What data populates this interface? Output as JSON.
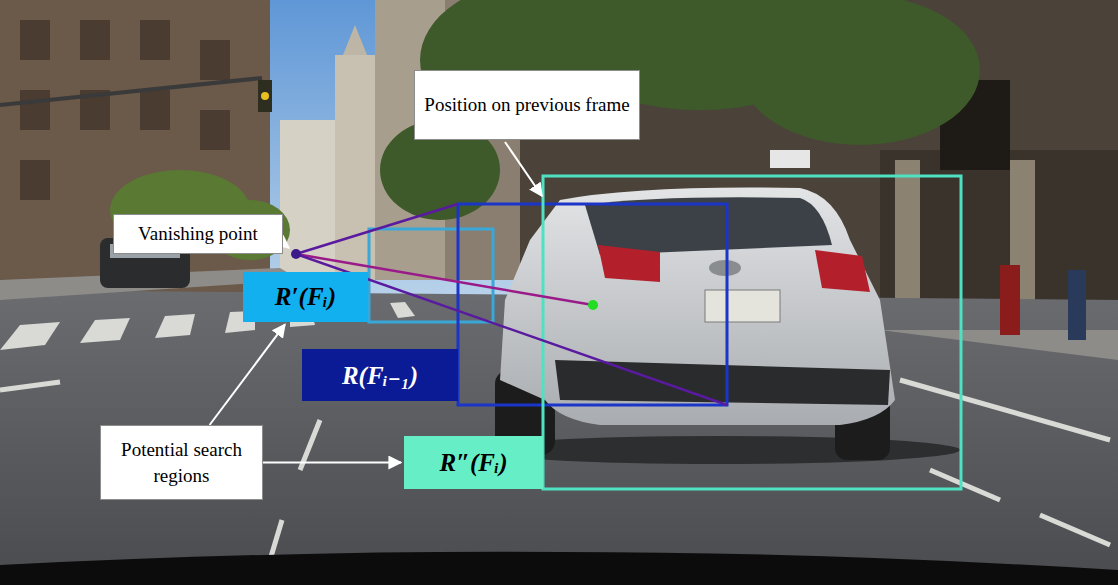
{
  "diagram": {
    "nodes": [
      {
        "text": [
          "Vanishing point"
        ]
      },
      {
        "text": [
          "Position on previous frame"
        ]
      },
      {
        "text": [
          "R′(Fᵢ)"
        ]
      },
      {
        "text": [
          "R(Fᵢ₋₁)"
        ]
      },
      {
        "text": [
          "Potential search regions"
        ]
      },
      {
        "text": [
          "R″(Fᵢ)"
        ]
      }
    ],
    "edges": [
      {
        "from": 4,
        "to": 2,
        "arrow": "to"
      },
      {
        "from": 4,
        "to": 5,
        "arrow": "to"
      }
    ]
  }
}
